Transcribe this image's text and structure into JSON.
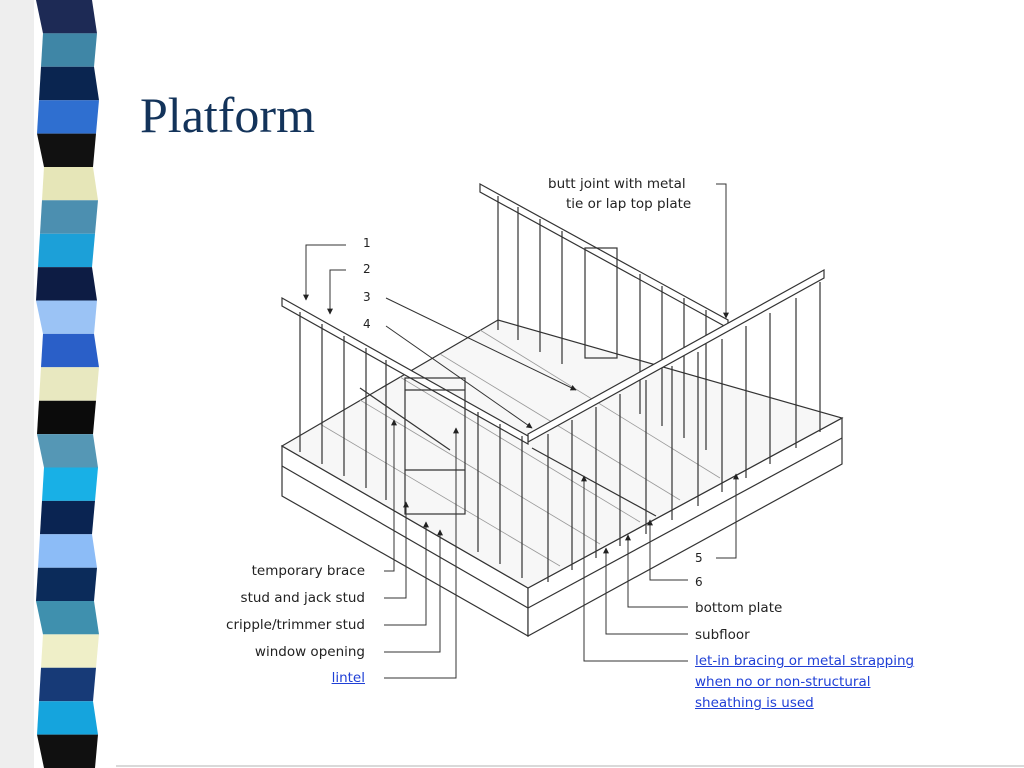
{
  "title": "Platform",
  "colors": {
    "title": "#13335a",
    "link": "#1f3fd6",
    "stripes": [
      "#1d2a55",
      "#3f86a6",
      "#0a2550",
      "#2f6fd0",
      "#111111",
      "#e6e6b8",
      "#4c8fb0",
      "#1ca0d8",
      "#0d1c44",
      "#9bc3f5",
      "#2a5fc8",
      "#e8e8c0",
      "#0b0b0b",
      "#5597b5",
      "#18b0e6",
      "#0a2452",
      "#8cbcf7",
      "#0b2b5a",
      "#3f90ae",
      "#efefc8",
      "#173a77",
      "#15a4dd",
      "#101010"
    ]
  },
  "callouts": {
    "butt_joint_line1": "butt joint with metal",
    "butt_joint_line2": "tie or lap top plate",
    "n1": "1",
    "n2": "2",
    "n3": "3",
    "n4": "4",
    "n5": "5",
    "n6": "6",
    "temporary_brace": "temporary brace",
    "stud_and_jack_stud": "stud and jack stud",
    "cripple_trimmer_stud": "cripple/trimmer stud",
    "window_opening": "window opening",
    "lintel": "lintel",
    "bottom_plate": "bottom plate",
    "subfloor": "subfloor",
    "let_in_line1": "let-in bracing or metal strapping",
    "let_in_line2": "when no or non-structural",
    "let_in_line3": "sheathing is used"
  }
}
